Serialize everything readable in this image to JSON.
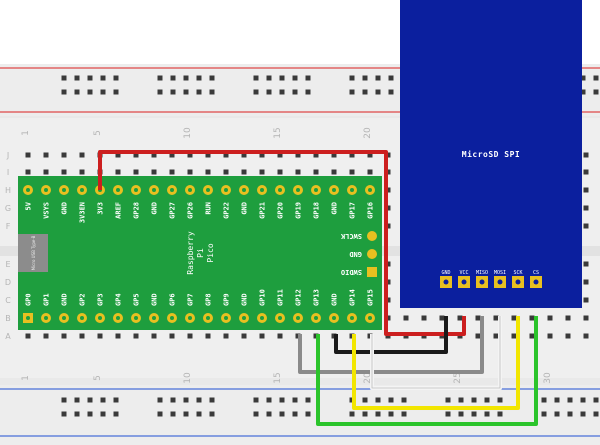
{
  "breadboard": {
    "row_letters_top": [
      "J",
      "I",
      "H",
      "G",
      "F"
    ],
    "row_letters_bottom": [
      "E",
      "D",
      "C",
      "B",
      "A"
    ],
    "column_numbers": [
      "1",
      "5",
      "10",
      "15",
      "20",
      "25",
      "30"
    ]
  },
  "pico": {
    "label_lines": [
      "Raspberry",
      "Pi",
      "Pico"
    ],
    "usb_label": "Micro USB Type-B",
    "top_pins": [
      "5V",
      "VSYS",
      "GND",
      "3V3EN",
      "3V3",
      "AREF",
      "GP28",
      "GND",
      "GP27",
      "GP26",
      "RUN",
      "GP22",
      "GND",
      "GP21",
      "GP20",
      "GP19",
      "GP18",
      "GND",
      "GP17",
      "GP16"
    ],
    "bottom_pins": [
      "GP0",
      "GP1",
      "GND",
      "GP2",
      "GP3",
      "GP4",
      "GP5",
      "GND",
      "GP6",
      "GP7",
      "GP8",
      "GP9",
      "GND",
      "GP10",
      "GP11",
      "GP12",
      "GP13",
      "GND",
      "GP14",
      "GP15"
    ],
    "debug_pins": [
      "SWCLK",
      "GND",
      "SWDIO"
    ]
  },
  "sd_module": {
    "title": "MicroSD SPI",
    "pins": [
      "GND",
      "VCC",
      "MISO",
      "MOSI",
      "SCK",
      "CS"
    ]
  },
  "colors": {
    "breadboard": "#ececec",
    "rail_red": "#e04848",
    "rail_blue": "#4a6fd8",
    "pico_green": "#1e9e3e",
    "sd_blue": "#0b1f9e",
    "pin_gold": "#e8c020",
    "wire_red": "#cc1f1f",
    "wire_black": "#1a1a1a",
    "wire_grey": "#8a8a8a",
    "wire_white": "#f4f4f4",
    "wire_yellow": "#f2e600",
    "wire_green": "#2bc42b"
  }
}
